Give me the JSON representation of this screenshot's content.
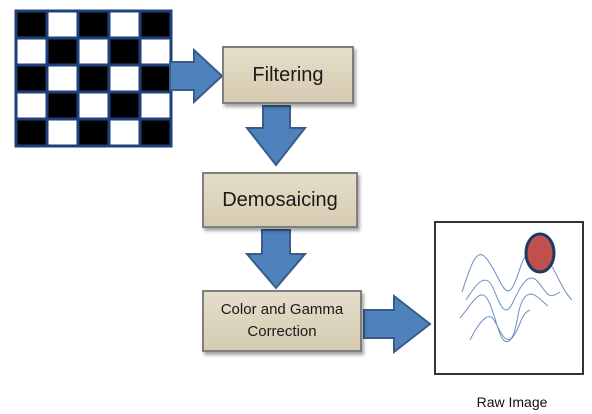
{
  "steps": {
    "filtering": "Filtering",
    "demosaicing": "Demosaicing",
    "color_correction": "Color and Gamma Correction"
  },
  "output_label": "Raw Image",
  "colors": {
    "arrow_fill": "#4f81bd",
    "arrow_stroke": "#385d8a",
    "box_fill": "#ddd9c3",
    "blob_fill": "#c0504d",
    "blob_stroke": "#1f3864",
    "curve_stroke": "#6f8fc7"
  }
}
